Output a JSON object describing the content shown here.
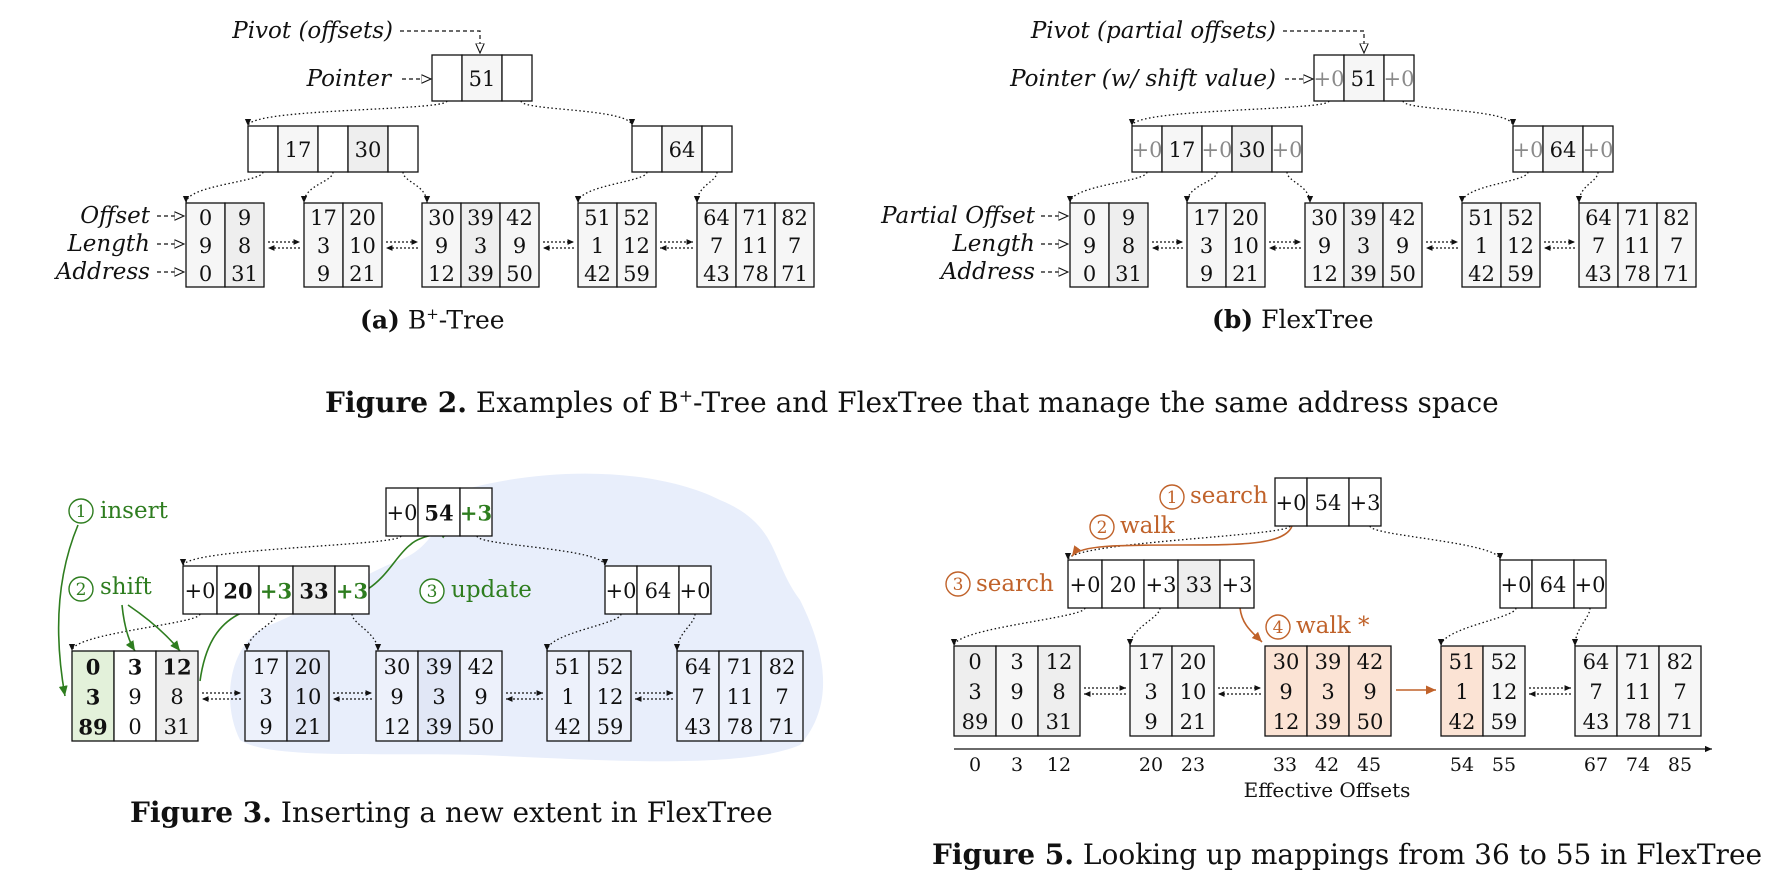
{
  "fig2": {
    "a": {
      "pivot_label": "Pivot (offsets)",
      "pointer_label": "Pointer",
      "row_labels": [
        "Offset",
        "Length",
        "Address"
      ],
      "root": [
        "",
        "51",
        ""
      ],
      "internal": [
        [
          "",
          "17",
          "",
          "30",
          ""
        ],
        [
          "",
          "64",
          ""
        ]
      ],
      "leaves": [
        [
          [
            "0",
            "9",
            "0"
          ],
          [
            "9",
            "8",
            "31"
          ]
        ],
        [
          [
            "17",
            "3",
            "9"
          ],
          [
            "20",
            "10",
            "21"
          ]
        ],
        [
          [
            "30",
            "9",
            "12"
          ],
          [
            "39",
            "3",
            "39"
          ],
          [
            "42",
            "9",
            "50"
          ]
        ],
        [
          [
            "51",
            "1",
            "42"
          ],
          [
            "52",
            "12",
            "59"
          ]
        ],
        [
          [
            "64",
            "7",
            "43"
          ],
          [
            "71",
            "11",
            "78"
          ],
          [
            "82",
            "7",
            "71"
          ]
        ]
      ],
      "caption_bold": "(a)",
      "caption_pre": "B",
      "caption_sup": "+",
      "caption_post": "-Tree"
    },
    "b": {
      "pivot_label": "Pivot (partial offsets)",
      "pointer_label": "Pointer (w/ shift value)",
      "row_labels": [
        "Partial Offset",
        "Length",
        "Address"
      ],
      "root": [
        "+0",
        "51",
        "+0"
      ],
      "internal": [
        [
          "+0",
          "17",
          "+0",
          "30",
          "+0"
        ],
        [
          "+0",
          "64",
          "+0"
        ]
      ],
      "leaves": [
        [
          [
            "0",
            "9",
            "0"
          ],
          [
            "9",
            "8",
            "31"
          ]
        ],
        [
          [
            "17",
            "3",
            "9"
          ],
          [
            "20",
            "10",
            "21"
          ]
        ],
        [
          [
            "30",
            "9",
            "12"
          ],
          [
            "39",
            "3",
            "39"
          ],
          [
            "42",
            "9",
            "50"
          ]
        ],
        [
          [
            "51",
            "1",
            "42"
          ],
          [
            "52",
            "12",
            "59"
          ]
        ],
        [
          [
            "64",
            "7",
            "43"
          ],
          [
            "71",
            "11",
            "78"
          ],
          [
            "82",
            "7",
            "71"
          ]
        ]
      ],
      "caption_bold": "(b)",
      "caption_text": "FlexTree"
    },
    "caption_bold": "Figure 2.",
    "caption_pre": "Examples of B",
    "caption_sup": "+",
    "caption_post": "-Tree and FlexTree that manage the same address space"
  },
  "fig3": {
    "root": [
      "+0",
      "54",
      "+3"
    ],
    "internal": [
      [
        "+0",
        "20",
        "+3",
        "33",
        "+3"
      ],
      [
        "+0",
        "64",
        "+0"
      ]
    ],
    "leaves": [
      [
        [
          "0",
          "3",
          "89"
        ],
        [
          "3",
          "9",
          "0"
        ],
        [
          "12",
          "8",
          "31"
        ]
      ],
      [
        [
          "17",
          "3",
          "9"
        ],
        [
          "20",
          "10",
          "21"
        ]
      ],
      [
        [
          "30",
          "9",
          "12"
        ],
        [
          "39",
          "3",
          "39"
        ],
        [
          "42",
          "9",
          "50"
        ]
      ],
      [
        [
          "51",
          "1",
          "42"
        ],
        [
          "52",
          "12",
          "59"
        ]
      ],
      [
        [
          "64",
          "7",
          "43"
        ],
        [
          "71",
          "11",
          "78"
        ],
        [
          "82",
          "7",
          "71"
        ]
      ]
    ],
    "annotations": {
      "insert_num": "1",
      "insert": "insert",
      "shift_num": "2",
      "shift": "shift",
      "update_num": "3",
      "update": "update"
    },
    "colors": {
      "green": "#2e7d1f",
      "blue_bg": "#e8eefb",
      "green_bg": "#e3f1da"
    },
    "caption_bold": "Figure 3.",
    "caption_text": "Inserting a new extent in FlexTree"
  },
  "fig5": {
    "root": [
      "+0",
      "54",
      "+3"
    ],
    "internal": [
      [
        "+0",
        "20",
        "+3",
        "33",
        "+3"
      ],
      [
        "+0",
        "64",
        "+0"
      ]
    ],
    "leaves": [
      [
        [
          "0",
          "3",
          "89"
        ],
        [
          "3",
          "9",
          "0"
        ],
        [
          "12",
          "8",
          "31"
        ]
      ],
      [
        [
          "17",
          "3",
          "9"
        ],
        [
          "20",
          "10",
          "21"
        ]
      ],
      [
        [
          "30",
          "9",
          "12"
        ],
        [
          "39",
          "3",
          "39"
        ],
        [
          "42",
          "9",
          "50"
        ]
      ],
      [
        [
          "51",
          "1",
          "42"
        ],
        [
          "52",
          "12",
          "59"
        ]
      ],
      [
        [
          "64",
          "7",
          "43"
        ],
        [
          "71",
          "11",
          "78"
        ],
        [
          "82",
          "7",
          "71"
        ]
      ]
    ],
    "annotations": {
      "s1_num": "1",
      "s1": "search",
      "s2_num": "2",
      "s2": "walk",
      "s3_num": "3",
      "s3": "search",
      "s4_num": "4",
      "s4": "walk *"
    },
    "axis_ticks": [
      "0",
      "3",
      "12",
      "20",
      "23",
      "33",
      "42",
      "45",
      "54",
      "55",
      "67",
      "74",
      "85"
    ],
    "axis_label": "Effective Offsets",
    "colors": {
      "orange": "#c0622a",
      "orange_bg": "#fbe3d4"
    },
    "caption_bold": "Figure 5.",
    "caption_text": "Looking up mappings from 36 to 55 in FlexTree"
  }
}
